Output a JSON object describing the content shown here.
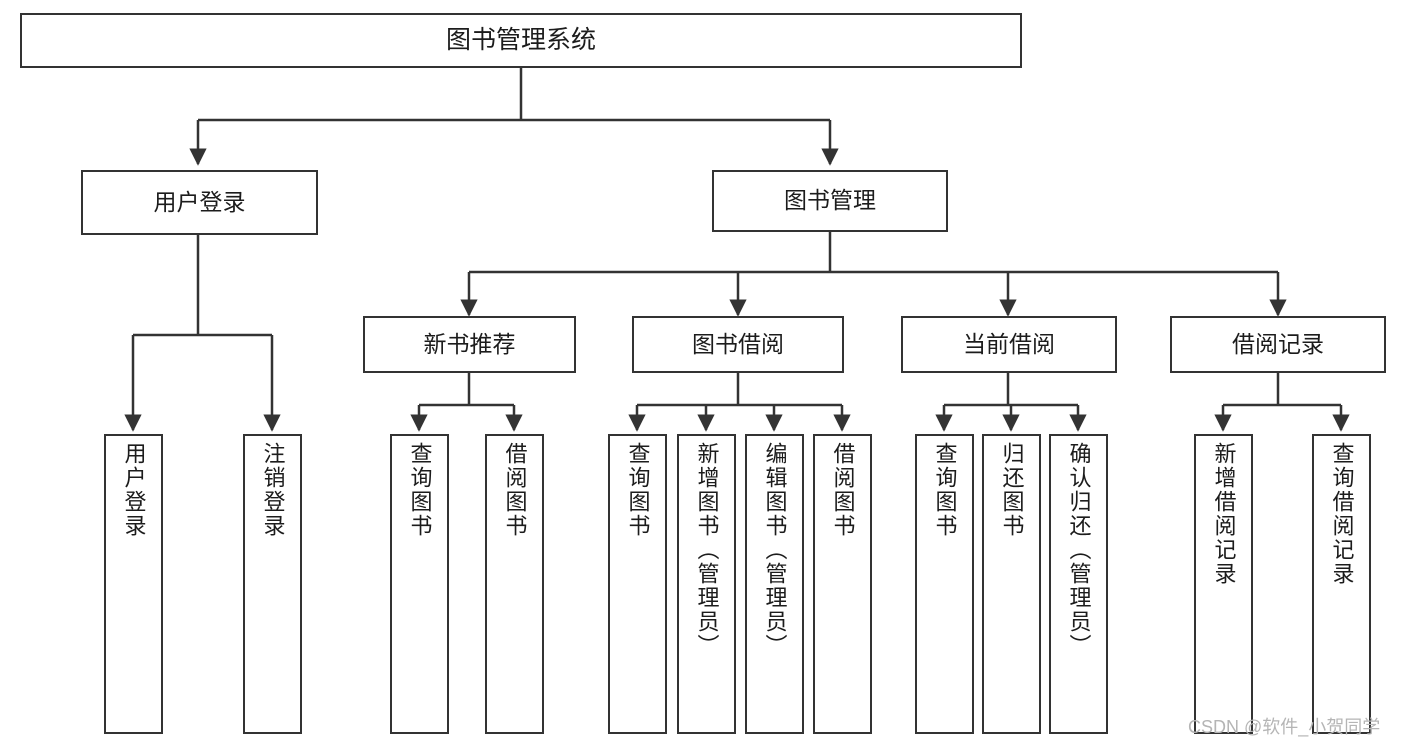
{
  "diagram": {
    "title": "图书管理系统",
    "type": "tree",
    "stroke_color": "#333333",
    "text_color": "#1c1c1c",
    "background": "#ffffff",
    "watermark": "CSDN @软件_小贺同学"
  },
  "nodes": {
    "root": {
      "label": "图书管理系统"
    },
    "level1": [
      {
        "id": "user-login",
        "label": "用户登录"
      },
      {
        "id": "book-manage",
        "label": "图书管理"
      }
    ],
    "level2": [
      {
        "id": "new-book-recommend",
        "label": "新书推荐"
      },
      {
        "id": "book-borrow",
        "label": "图书借阅"
      },
      {
        "id": "current-borrow",
        "label": "当前借阅"
      },
      {
        "id": "borrow-record",
        "label": "借阅记录"
      }
    ],
    "leaves": [
      {
        "id": "leaf-user-login",
        "label": "用户登录"
      },
      {
        "id": "leaf-user-logout",
        "label": "注销登录"
      },
      {
        "id": "leaf-query-book-rec",
        "label": "查询图书"
      },
      {
        "id": "leaf-borrow-book-rec",
        "label": "借阅图书"
      },
      {
        "id": "leaf-query-book-borrow",
        "label": "查询图书"
      },
      {
        "id": "leaf-add-book",
        "label": "新增图书（管理员）"
      },
      {
        "id": "leaf-edit-book",
        "label": "编辑图书（管理员）"
      },
      {
        "id": "leaf-borrow-book",
        "label": "借阅图书"
      },
      {
        "id": "leaf-query-book-current",
        "label": "查询图书"
      },
      {
        "id": "leaf-return-book",
        "label": "归还图书"
      },
      {
        "id": "leaf-confirm-return",
        "label": "确认归还（管理员）"
      },
      {
        "id": "leaf-add-borrow-record",
        "label": "新增借阅记录"
      },
      {
        "id": "leaf-query-borrow-record",
        "label": "查询借阅记录"
      }
    ]
  }
}
